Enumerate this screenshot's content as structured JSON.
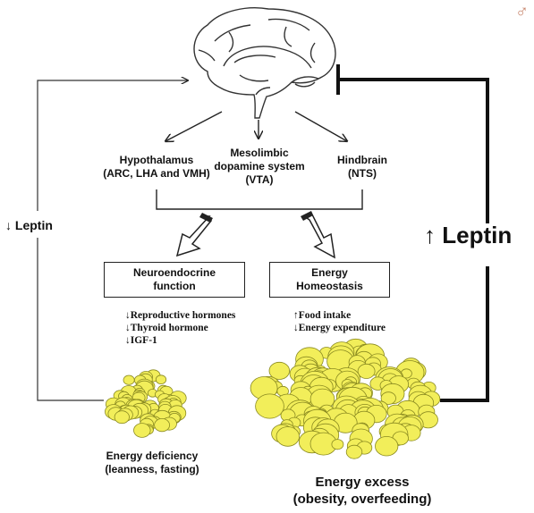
{
  "brain_regions": {
    "hypothalamus": [
      "Hypothalamus",
      "(ARC, LHA and VMH)"
    ],
    "mesolimbic": [
      "Mesolimbic",
      "dopamine system",
      "(VTA)"
    ],
    "hindbrain": [
      "Hindbrain",
      "(NTS)"
    ]
  },
  "boxes": {
    "neuroendocrine": [
      "Neuroendocrine",
      "function"
    ],
    "energy_homeostasis": [
      "Energy",
      "Homeostasis"
    ]
  },
  "effects": {
    "neuroendocrine": [
      "↓Reproductive hormones",
      "↓Thyroid hormone",
      "↓IGF-1"
    ],
    "energy": [
      "↑Food intake",
      "↓Energy expenditure"
    ]
  },
  "leptin": {
    "low": "↓ Leptin",
    "high": "↑ Leptin"
  },
  "states": {
    "deficiency": [
      "Energy deficiency",
      "(leanness, fasting)"
    ],
    "excess": [
      "Energy excess",
      "(obesity, overfeeding)"
    ]
  },
  "colors": {
    "fat_fill": "#f2ee5a",
    "fat_stroke": "#8a8a20",
    "line": "#222222",
    "icon": "#c8876e"
  },
  "icons": {
    "corner": "♂"
  }
}
